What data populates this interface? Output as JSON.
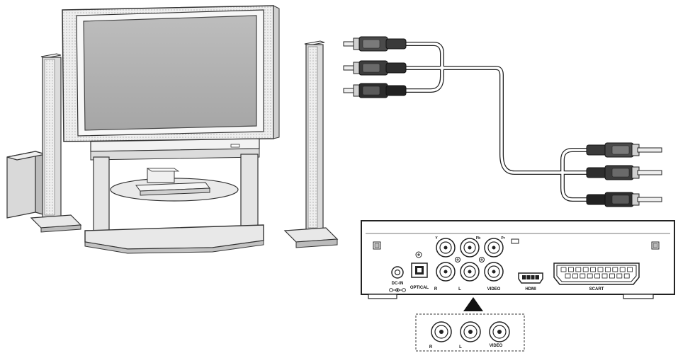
{
  "player_back_panel": {
    "port_y": "Y",
    "port_pb": "Pb",
    "port_pr": "Pr",
    "label_dc_in": "DC-IN",
    "label_optical": "OPTICAL",
    "label_r": "R",
    "label_l": "L",
    "label_video": "VIDEO",
    "label_hdmi": "HDMI",
    "label_scart": "SCART"
  },
  "zoom_callout": {
    "label_r": "R",
    "label_l": "L",
    "label_video": "VIDEO"
  }
}
